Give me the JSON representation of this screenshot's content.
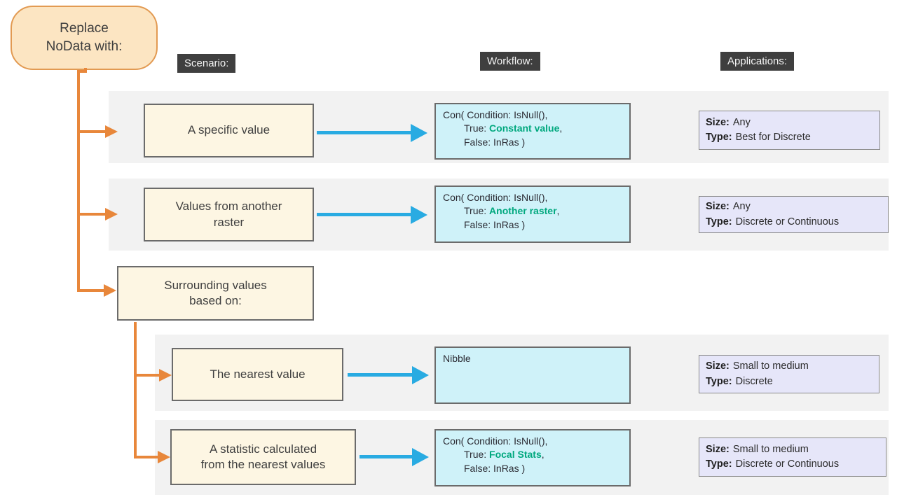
{
  "bubble": {
    "line1": "Replace",
    "line2": "NoData with:"
  },
  "headers": {
    "scenario": "Scenario:",
    "workflow": "Workflow:",
    "applications": "Applications:"
  },
  "colors": {
    "orange": "#e8873b",
    "blue": "#29abe2",
    "green": "#00a87e",
    "scenario_fill": "#fdf6e3",
    "workflow_fill": "#cff2f9",
    "applications_fill": "#e6e6f9",
    "band": "#f2f2f2",
    "header_bg": "#3f3f3f"
  },
  "rows": [
    {
      "scenario_lines": [
        "A specific value"
      ],
      "workflow": {
        "line1": "Con( Condition: IsNull(),",
        "true_prefix": "True: ",
        "highlight": "Constant value",
        "true_suffix": ",",
        "line3": "False: InRas )"
      },
      "applications": {
        "size_label": "Size:",
        "size_value": "Any",
        "type_label": "Type:",
        "type_value": "Best for Discrete"
      }
    },
    {
      "scenario_lines": [
        "Values from another",
        "raster"
      ],
      "workflow": {
        "line1": "Con( Condition: IsNull(),",
        "true_prefix": "True: ",
        "highlight": "Another raster",
        "true_suffix": ",",
        "line3": "False: InRas )"
      },
      "applications": {
        "size_label": "Size:",
        "size_value": "Any",
        "type_label": "Type:",
        "type_value": "Discrete or Continuous"
      }
    },
    {
      "scenario_lines": [
        "Surrounding values",
        "based on:"
      ]
    },
    {
      "scenario_lines": [
        "The nearest value"
      ],
      "workflow": {
        "line1": "Nibble"
      },
      "applications": {
        "size_label": "Size:",
        "size_value": "Small to medium",
        "type_label": "Type:",
        "type_value": "Discrete"
      }
    },
    {
      "scenario_lines": [
        "A statistic calculated",
        "from the nearest values"
      ],
      "workflow": {
        "line1": "Con( Condition: IsNull(),",
        "true_prefix": "True: ",
        "highlight": "Focal Stats",
        "true_suffix": ",",
        "line3": "False: InRas )"
      },
      "applications": {
        "size_label": "Size:",
        "size_value": "Small to medium",
        "type_label": "Type:",
        "type_value": "Discrete or Continuous"
      }
    }
  ]
}
